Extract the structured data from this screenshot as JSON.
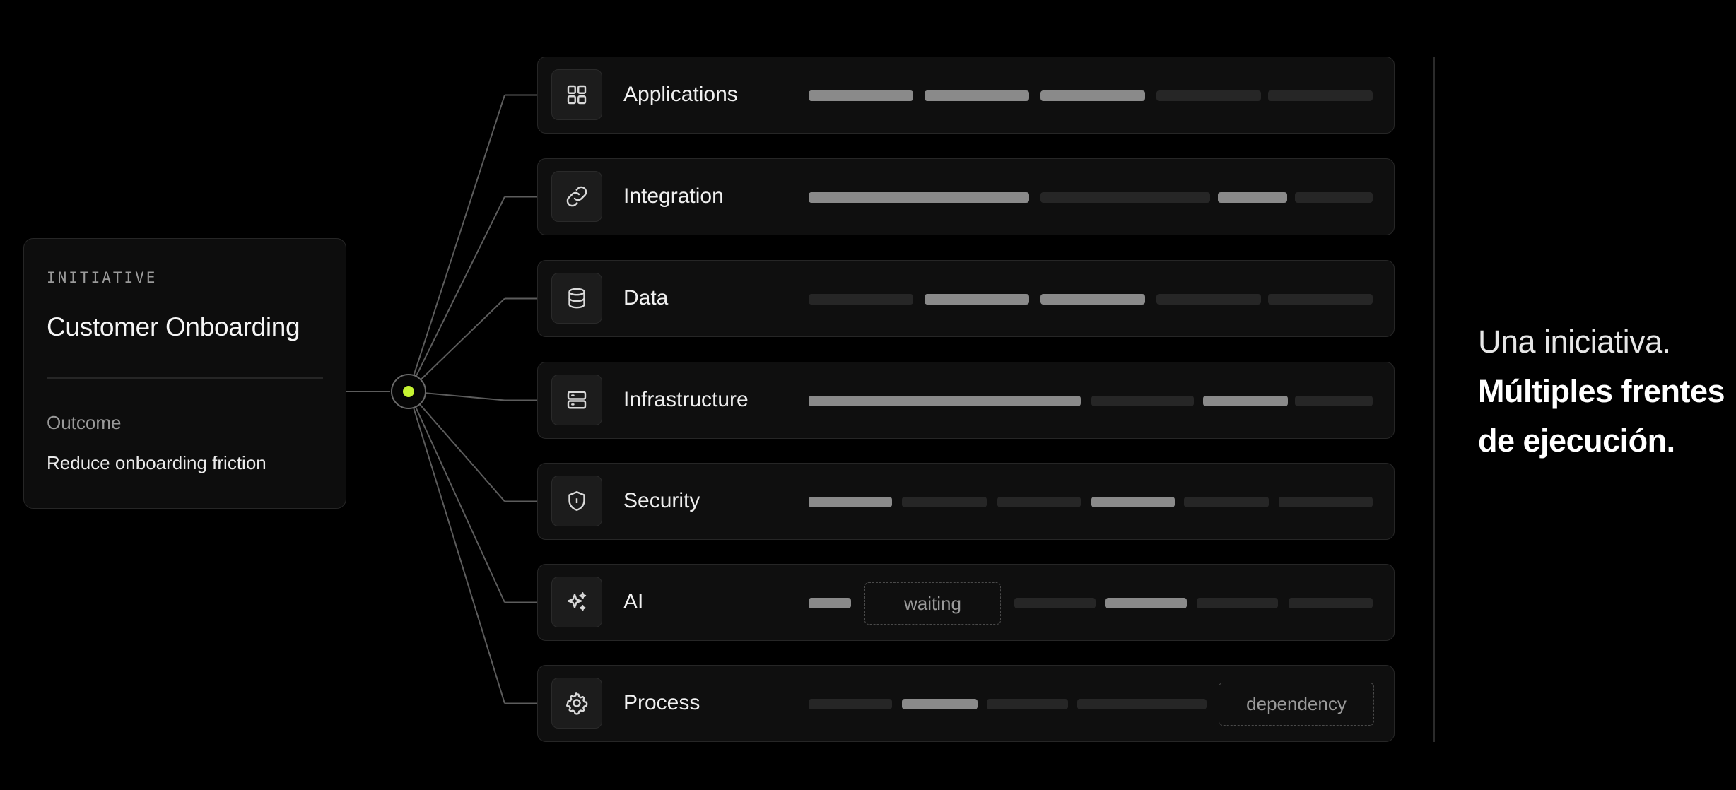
{
  "initiative": {
    "kicker": "INITIATIVE",
    "title": "Customer Onboarding",
    "outcome_label": "Outcome",
    "outcome_value": "Reduce onboarding friction"
  },
  "hub": {
    "color": "#c6f432"
  },
  "workstreams": [
    {
      "label": "Applications",
      "icon": "grid-icon",
      "segments": [
        true,
        true,
        true,
        false,
        false
      ]
    },
    {
      "label": "Integration",
      "icon": "link-icon",
      "segments": [
        true,
        false,
        true,
        false
      ]
    },
    {
      "label": "Data",
      "icon": "database-icon",
      "segments": [
        false,
        true,
        true,
        false,
        false
      ]
    },
    {
      "label": "Infrastructure",
      "icon": "server-icon",
      "segments": [
        true,
        false,
        true,
        false
      ]
    },
    {
      "label": "Security",
      "icon": "shield-icon",
      "segments": [
        true,
        false,
        false,
        true,
        false,
        false
      ]
    },
    {
      "label": "AI",
      "icon": "sparkles-icon",
      "segments": [
        true,
        false,
        true,
        false,
        false
      ],
      "tag": "waiting"
    },
    {
      "label": "Process",
      "icon": "gear-icon",
      "segments": [
        false,
        true,
        false,
        false
      ],
      "tag": "dependency"
    }
  ],
  "tagline": {
    "line1": "Una iniciativa.",
    "line2": "Múltiples frentes",
    "line3": "de ejecución."
  },
  "colors": {
    "background": "#000000",
    "bar_active": "#8a8a8a",
    "bar_idle": "#262626",
    "accent": "#c6f432"
  }
}
